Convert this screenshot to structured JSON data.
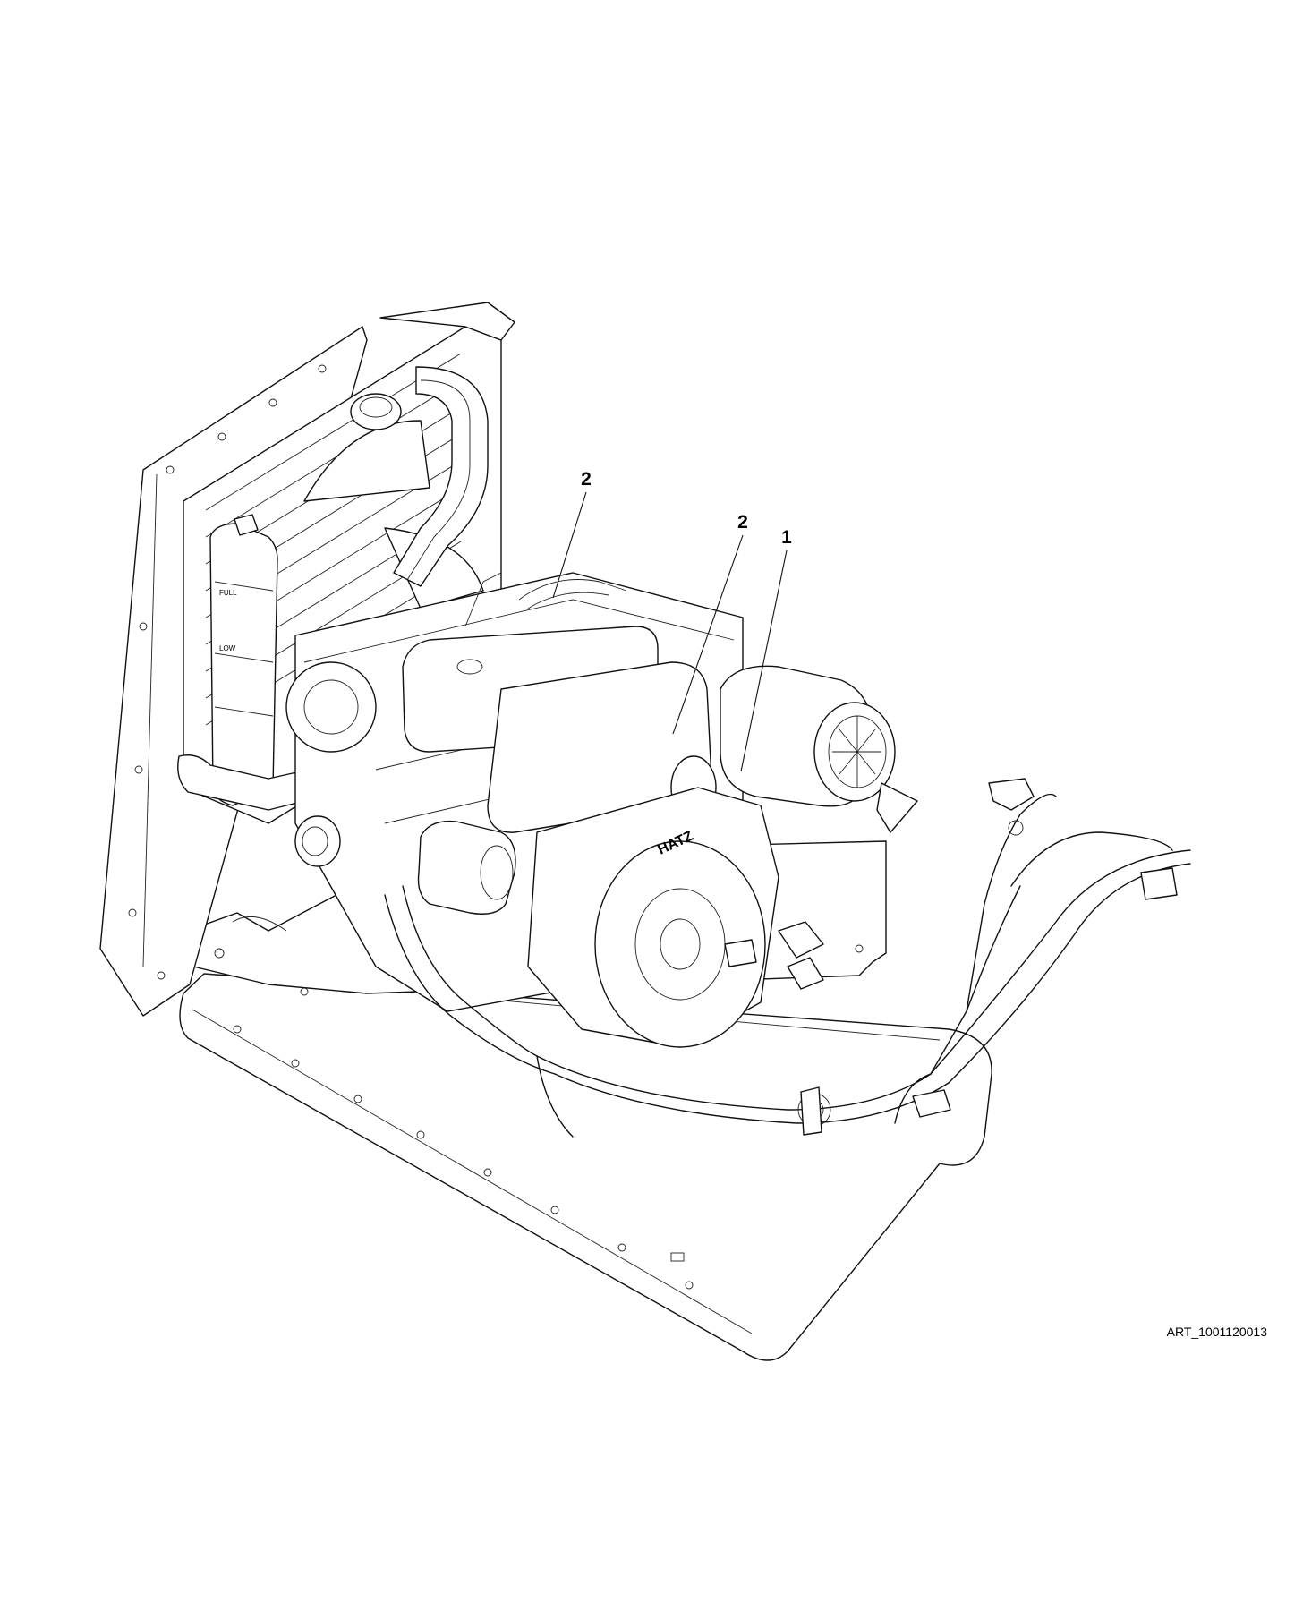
{
  "callouts": [
    {
      "label": "2"
    },
    {
      "label": "2"
    },
    {
      "label": "1"
    }
  ],
  "tank_marks": {
    "full": "FULL",
    "low": "LOW"
  },
  "flywheel_brand": "HATZ",
  "art_id": "ART_1001120013"
}
